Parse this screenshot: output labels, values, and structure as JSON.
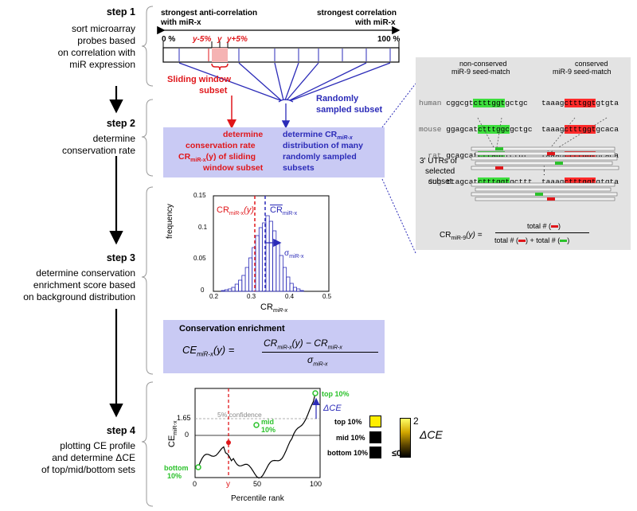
{
  "steps": [
    {
      "title": "step 1",
      "desc": [
        "sort microarray",
        "probes based",
        "on correlation with",
        "miR expression"
      ]
    },
    {
      "title": "step 2",
      "desc": [
        "determine",
        "conservation rate"
      ]
    },
    {
      "title": "step 3",
      "desc": [
        "determine conservation",
        "enrichment score based",
        "on background distribution"
      ]
    },
    {
      "title": "step 4",
      "desc": [
        "plotting CE profile",
        "and determine ΔCE",
        "of top/mid/bottom sets"
      ]
    }
  ],
  "panel1": {
    "anti_label_1": "strongest anti-correlation",
    "anti_label_2": "with miR-x",
    "corr_label_1": "strongest correlation",
    "corr_label_2": "with miR-x",
    "pct_0": "0 %",
    "pct_100": "100 %",
    "y_minus": "y-5%",
    "y": "y",
    "y_plus": "y+5%",
    "sliding_1": "Sliding window",
    "sliding_2": "subset",
    "random_1": "Randomly",
    "random_2": "sampled subset"
  },
  "panel2": {
    "red_1": "determine",
    "red_2": "conservation rate",
    "red_3_pre": "CR",
    "red_3_sub": "miR-x",
    "red_3_post": "(y) of sliding",
    "red_4": "window subset",
    "blue_1": "determine CR",
    "blue_1_sub": "miR-x",
    "blue_2": "distribution of many",
    "blue_3": "randomly sampled",
    "blue_4": "subsets"
  },
  "panel3": {
    "ylabel": "frequency",
    "xlabel": "CR",
    "xlabel_sub": "miR-x",
    "cr_y": "CR",
    "cr_y_sub": "miR-x",
    "cr_y_post": "(y)",
    "cr_bar": "CR",
    "cr_bar_sub": "miR-x",
    "sigma": "σ",
    "sigma_sub": "miR-x",
    "yticks": [
      "0",
      "0.05",
      "0.1",
      "0.15"
    ],
    "xticks": [
      "0.2",
      "0.3",
      "0.4",
      "0.5"
    ],
    "ce_title": "Conservation enrichment",
    "formula_lhs": "CE",
    "formula_lhs_sub": "miR-x",
    "formula_lhs_post": "(y) =",
    "formula_num": "CR",
    "formula_num_sub": "miR-x",
    "formula_num_post": "(y) − CR",
    "formula_num_sub2": "miR-x",
    "formula_den": "σ",
    "formula_den_sub": "miR-x"
  },
  "panel4": {
    "ylabel": "CE",
    "ylabel_sub": "miR-x",
    "xlabel": "Percentile rank",
    "xticks": [
      "0",
      "50",
      "100"
    ],
    "y_165": "1.65",
    "y_0": "0",
    "confidence": "5% confidence",
    "top10": "top 10%",
    "mid10_1": "mid",
    "mid10_2": "10%",
    "bottom10_1": "bottom",
    "bottom10_2": "10%",
    "delta_ce": "ΔCE",
    "y_marker": "y",
    "legend": [
      "top 10%",
      "mid 10%",
      "bottom 10%"
    ],
    "cbar_max": "2",
    "cbar_min": "≤0",
    "cbar_label": "ΔCE"
  },
  "inset": {
    "nc_title_1": "non-conserved",
    "nc_title_2": "miR-9 seed-match",
    "c_title_1": "conserved",
    "c_title_2": "miR-9 seed-match",
    "species": [
      "human",
      "mouse",
      "rat",
      "dog"
    ],
    "seq_left_pre": [
      "cggcgt",
      "ggagcat",
      "gcagcat",
      "ttagcat"
    ],
    "seq_left_hl": [
      "ctttggt",
      "ctttggc",
      "cttagt",
      "ctttggt"
    ],
    "seq_left_post": [
      "gctgc",
      "gctgc",
      "tctgt",
      "gcttt"
    ],
    "seq_right_pre": [
      "taaag",
      "taaag",
      "taaag",
      "taaag"
    ],
    "seq_right_hl": [
      "ctttggt",
      "ctttggt",
      "ctttggt",
      "ctttggt"
    ],
    "seq_right_post": [
      "gtgta",
      "gcaca",
      "gcaca",
      "gtgta"
    ],
    "utr_1": "3' UTRs of",
    "utr_2": "selected",
    "utr_3": "subset",
    "formula_lhs": "CR",
    "formula_lhs_sub": "miR-9",
    "formula_lhs_post": "(y) =",
    "formula_num": "total # (",
    "formula_den_1": "total # (",
    "formula_den_2": ") + total # (",
    "formula_close": ")"
  },
  "colors": {
    "red": "#e0161a",
    "blue": "#2b2bb8",
    "green": "#2cc22c",
    "purple_box": "#c9caf4",
    "inset_bg": "#e3e3e3"
  }
}
